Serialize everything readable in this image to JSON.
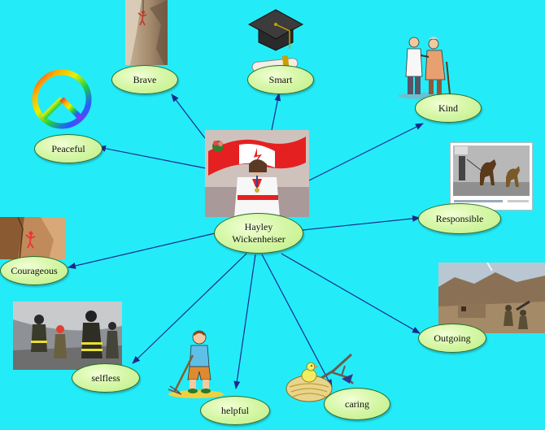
{
  "center": {
    "label": "Hayley\nWickenheiser"
  },
  "nodes": [
    {
      "id": "brave",
      "label": "Brave",
      "image": "rock-climber-photo"
    },
    {
      "id": "smart",
      "label": "Smart",
      "image": "graduation-cap-diploma-clipart"
    },
    {
      "id": "kind",
      "label": "Kind",
      "image": "doctor-helping-elderly-clipart"
    },
    {
      "id": "peaceful",
      "label": "Peaceful",
      "image": "peace-sign-icon"
    },
    {
      "id": "responsible",
      "label": "Responsible",
      "image": "service-dogs-photo"
    },
    {
      "id": "courageous",
      "label": "Courageous",
      "image": "cliff-climber-photo"
    },
    {
      "id": "outgoing",
      "label": "Outgoing",
      "image": "desert-soldiers-photo"
    },
    {
      "id": "selfless",
      "label": "selfless",
      "image": "firefighters-photo"
    },
    {
      "id": "helpful",
      "label": "helpful",
      "image": "child-raking-clipart"
    },
    {
      "id": "caring",
      "label": "caring",
      "image": "bird-nest-clipart"
    }
  ],
  "colors": {
    "background": "#23ecf8",
    "node_fill": "#d6f7a8",
    "node_border": "#2c6b2c",
    "connector": "#1a2a8c"
  }
}
